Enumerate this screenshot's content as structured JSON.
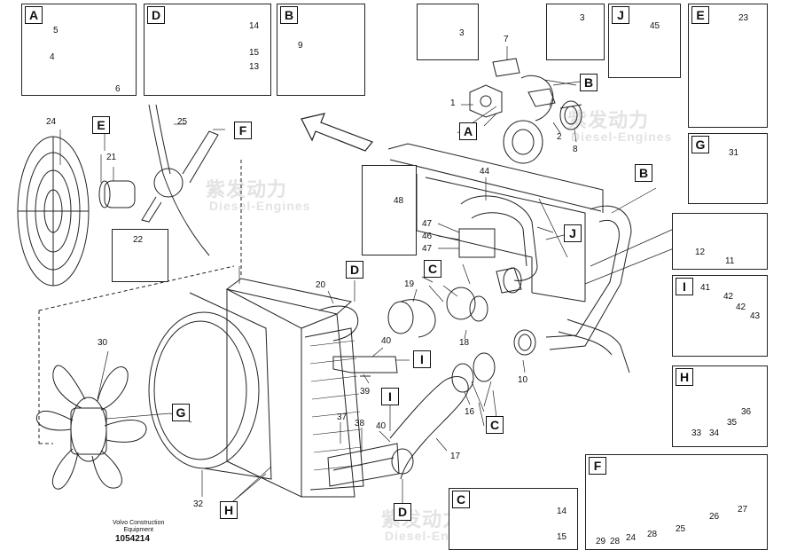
{
  "badges": {
    "a_top": "A",
    "d_top": "D",
    "b_top": "B",
    "j_top": "J",
    "e_top": "E",
    "g_right": "G",
    "i_right": "I",
    "h_right": "H",
    "c_bot": "C",
    "f_bot": "F",
    "e_fan": "E",
    "f_fan": "F",
    "b_hose": "B",
    "a_hose": "A",
    "b_pipe": "B",
    "j_mid": "J",
    "d_mid": "D",
    "c_mid": "C",
    "i_mid": "I",
    "i_lower": "I",
    "c_lower": "C",
    "g_mid": "G",
    "h_lower": "H",
    "d_lower": "D"
  },
  "callouts": {
    "n5": "5",
    "n4": "4",
    "n6": "6",
    "n14a": "14",
    "n15a": "15",
    "n13": "13",
    "n9": "9",
    "n3a": "3",
    "n7": "7",
    "n3b": "3",
    "n45": "45",
    "n23": "23",
    "n1": "1",
    "n2": "2",
    "n8": "8",
    "n31": "31",
    "n24": "24",
    "n25": "25",
    "n21": "21",
    "n22": "22",
    "n44": "44",
    "n48": "48",
    "n47a": "47",
    "n46": "46",
    "n47b": "47",
    "n12": "12",
    "n11": "11",
    "n41": "41",
    "n42": "42",
    "n42b": "42",
    "n43": "43",
    "n20": "20",
    "n19": "19",
    "n18": "18",
    "n10": "10",
    "n30": "30",
    "n40a": "40",
    "n39": "39",
    "n16": "16",
    "n37": "37",
    "n38": "38",
    "n40b": "40",
    "n17": "17",
    "n36": "36",
    "n33": "33",
    "n34": "34",
    "n35": "35",
    "n14b": "14",
    "n15b": "15",
    "n32": "32",
    "n27": "27",
    "n26": "26",
    "n25b": "25",
    "n29": "29",
    "n28": "28",
    "n24b": "24",
    "n28b": "28"
  },
  "footer": {
    "credit_line1": "Volvo Construction",
    "credit_line2": "Equipment",
    "doc_number": "1054214"
  },
  "watermark": {
    "brand_cn": "紫发动力",
    "brand_en": "Diesel-Engines"
  },
  "colors": {
    "line": "#222222",
    "watermark": "#e3e3e3",
    "background": "#ffffff"
  }
}
